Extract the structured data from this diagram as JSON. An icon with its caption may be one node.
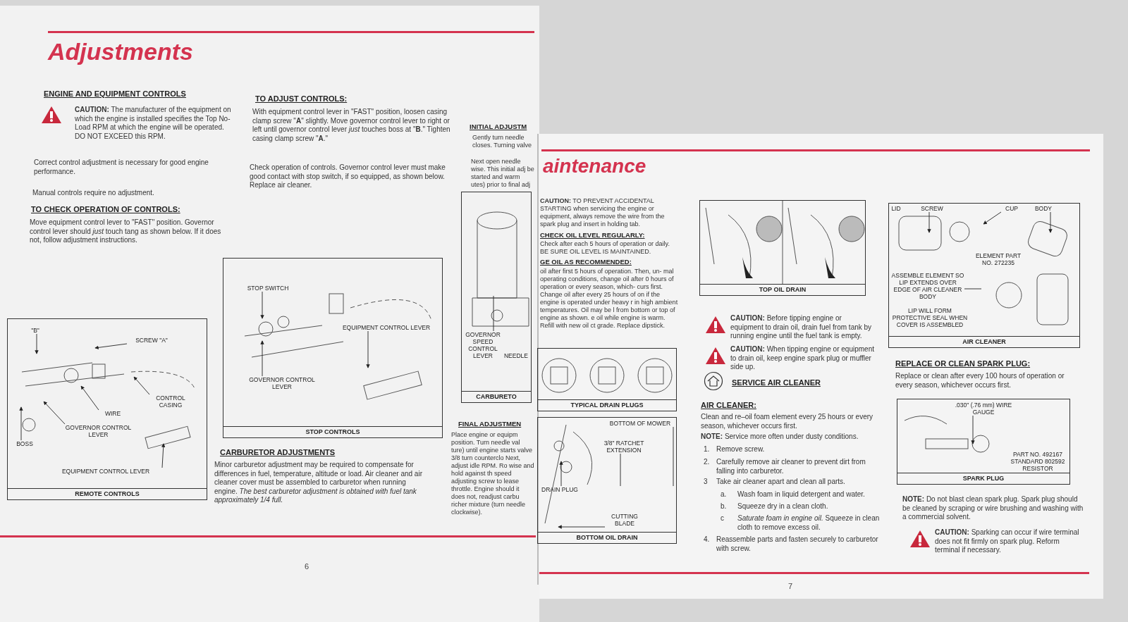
{
  "diagram": {
    "nodes": [
      {
        "text": [
          "REMOTE CONTROLS"
        ]
      },
      {
        "text": [
          "\"B\""
        ],
        "in": 0
      },
      {
        "text": [
          "SCREW \"A\""
        ],
        "in": 0
      },
      {
        "text": [
          "CONTROL CASING"
        ],
        "in": 0
      },
      {
        "text": [
          "WIRE"
        ],
        "in": 0
      },
      {
        "text": [
          "GOVERNOR CONTROL LEVER"
        ],
        "in": 0
      },
      {
        "text": [
          "BOSS"
        ],
        "in": 0
      },
      {
        "text": [
          "EQUIPMENT CONTROL LEVER"
        ],
        "in": 0
      },
      {
        "text": [
          "STOP CONTROLS"
        ]
      },
      {
        "text": [
          "STOP SWITCH"
        ],
        "in": 8
      },
      {
        "text": [
          "EQUIPMENT CONTROL LEVER"
        ],
        "in": 8
      },
      {
        "text": [
          "GOVERNOR CONTROL LEVER"
        ],
        "in": 8
      },
      {
        "text": [
          "CARBURETO"
        ]
      },
      {
        "text": [
          "GOVERNOR SPEED CONTROL LEVER"
        ],
        "in": 12
      },
      {
        "text": [
          "NEEDLE"
        ],
        "in": 12
      },
      {
        "text": [
          "TYPICAL DRAIN PLUGS"
        ]
      },
      {
        "text": [
          "BOTTOM OIL DRAIN"
        ]
      },
      {
        "text": [
          "BOTTOM OF MOWER"
        ],
        "in": 16
      },
      {
        "text": [
          "3/8\" RATCHET EXTENSION"
        ],
        "in": 16
      },
      {
        "text": [
          "DRAIN PLUG"
        ],
        "in": 16
      },
      {
        "text": [
          "CUTTING BLADE"
        ],
        "in": 16
      },
      {
        "text": [
          "TOP OIL DRAIN"
        ]
      },
      {
        "text": [
          "AIR CLEANER"
        ]
      },
      {
        "text": [
          "LID"
        ],
        "in": 22
      },
      {
        "text": [
          "SCREW"
        ],
        "in": 22
      },
      {
        "text": [
          "CUP"
        ],
        "in": 22
      },
      {
        "text": [
          "BODY"
        ],
        "in": 22
      },
      {
        "text": [
          "ELEMENT PART NO. 272235"
        ],
        "in": 22
      },
      {
        "text": [
          "ASSEMBLE ELEMENT SO LIP EXTENDS OVER EDGE OF AIR CLEANER BODY"
        ],
        "in": 22
      },
      {
        "text": [
          "LIP WILL FORM PROTECTIVE SEAL WHEN COVER IS ASSEMBLED"
        ],
        "in": 22
      },
      {
        "text": [
          "SPARK PLUG"
        ]
      },
      {
        "text": [
          ".030\" (.76 mm) WIRE GAUGE"
        ],
        "in": 30
      },
      {
        "text": [
          "PART NO. 492167 STANDARD 802592 RESISTOR"
        ],
        "in": 30
      }
    ],
    "edges": [
      {
        "from": 1,
        "to": null,
        "arrow": "to"
      },
      {
        "from": 2,
        "to": null,
        "arrow": "to"
      },
      {
        "from": 3,
        "to": null,
        "arrow": "to"
      },
      {
        "from": 4,
        "to": null,
        "arrow": "to"
      },
      {
        "from": 5,
        "to": null,
        "arrow": "to"
      },
      {
        "from": 6,
        "to": null,
        "arrow": "to"
      },
      {
        "from": 7,
        "to": null,
        "arrow": "to"
      },
      {
        "from": 9,
        "to": null,
        "arrow": "to"
      },
      {
        "from": 10,
        "to": null,
        "arrow": "to"
      },
      {
        "from": 11,
        "to": null,
        "arrow": "to"
      },
      {
        "from": 13,
        "to": null,
        "arrow": "none"
      },
      {
        "from": 17,
        "to": null,
        "arrow": "none"
      },
      {
        "from": 18,
        "to": null,
        "arrow": "none"
      },
      {
        "from": 19,
        "to": null,
        "arrow": "to"
      },
      {
        "from": 20,
        "to": null,
        "arrow": "to"
      },
      {
        "from": 24,
        "to": null,
        "arrow": "to"
      },
      {
        "from": 25,
        "to": null,
        "arrow": "to"
      },
      {
        "from": 26,
        "to": null,
        "arrow": "to"
      },
      {
        "from": 28,
        "to": null,
        "arrow": "none"
      },
      {
        "from": 31,
        "to": null,
        "arrow": "to"
      }
    ],
    "labels": [
      "Adjustments",
      "ENGINE AND EQUIPMENT CONTROLS",
      "**CAUTION:** The manufacturer of the equipment on which the engine is installed specifies the Top No-Load RPM at which the engine will be operated. DO NOT EXCEED this RPM.",
      "Correct control adjustment is necessary for good engine performance.",
      "Manual controls require no adjustment.",
      "TO CHECK OPERATION OF CONTROLS:",
      "Move equipment control lever to \"FAST\" position. Governor control lever should *just* touch tang as shown below. If it does not, follow adjustment instructions.",
      "TO ADJUST CONTROLS:",
      "With equipment control lever in \"FAST\" position, loosen casing clamp screw \"**A**\" slightly. Move governor control lever to right or left until governor control lever *just* touches boss at \"**B**.\" Tighten casing clamp screw \"**A**.\"",
      "Check operation of controls. Governor control lever must make good contact with stop switch, if so equipped, as shown below. Replace air cleaner.",
      "CARBURETOR ADJUSTMENTS",
      "Minor carburetor adjustment may be required to compensate for differences in fuel, temperature, altitude or load. Air cleaner and air cleaner cover must be assembled to carburetor when running engine. *The best carburetor adjustment is obtained with fuel tank approximately 1/4 full.*",
      "INITIAL ADJUSTM",
      "Gently turn needle closes. Turning valve",
      "Next open needle wise. This initial adj be started and warm utes) prior to final adj",
      "FINAL ADJUSTMEN",
      "Place engine or equipm position. Turn needle val ture) until engine starts valve 3/8 turn counterclo Next, adjust idle RPM. Ro wise and hold against th speed adjusting screw to lease throttle. Engine should it does not, readjust carbu richer mixture (turn needle clockwise).",
      "aintenance",
      "**CAUTION:** TO PREVENT ACCIDENTAL STARTING when servicing the engine or equipment, always remove the wire from the spark plug and insert in holding tab.",
      "CHECK OIL LEVEL REGULARLY:",
      "Check after each 5 hours of operation or daily. BE SURE OIL LEVEL IS MAINTAINED.",
      "GE OIL AS RECOMMENDED:",
      "oil after first 5 hours of operation. Then, un- mal operating conditions, change oil after 0 hours of operation or every season, which- curs first. Change oil after every 25 hours of on if the engine is operated under heavy r in high ambient temperatures. Oil may be l from bottom or top of engine as shown. e oil while engine is warm. Refill with new oil ct grade. Replace dipstick.",
      "**CAUTION:** Before tipping engine or equipment to drain oil, drain fuel from tank by running engine until the fuel tank is empty.",
      "**CAUTION:** When tipping engine or equipment to drain oil, keep engine spark plug or muffler side up.",
      "SERVICE AIR CLEANER",
      "AIR CLEANER:",
      "Clean and re–oil foam element every 25 hours or every season, whichever occurs first.",
      "**NOTE:** Service more often under dusty conditions.",
      "1.",
      "Remove screw.",
      "2.",
      "Carefully remove air cleaner to prevent dirt from falling into carburetor.",
      "3",
      "Take air cleaner apart and clean all parts.",
      "a.",
      "Wash foam in liquid detergent and water.",
      "b.",
      "Squeeze dry in a clean cloth.",
      "c",
      "*Saturate foam in engine oil.* Squeeze in clean cloth to remove excess oil.",
      "4.",
      "Reassemble parts and fasten securely to carburetor with screw.",
      "REPLACE OR CLEAN SPARK PLUG:",
      "Replace or clean after every 100 hours of operation or every season, whichever occurs first.",
      "**NOTE:** Do not blast clean spark plug. Spark plug should be cleaned by scraping or wire brushing and washing with a commercial solvent.",
      "**CAUTION:** Sparking can occur if wire terminal does not fit firmly on spark plug. Reform terminal if necessary.",
      "6",
      "7"
    ]
  }
}
